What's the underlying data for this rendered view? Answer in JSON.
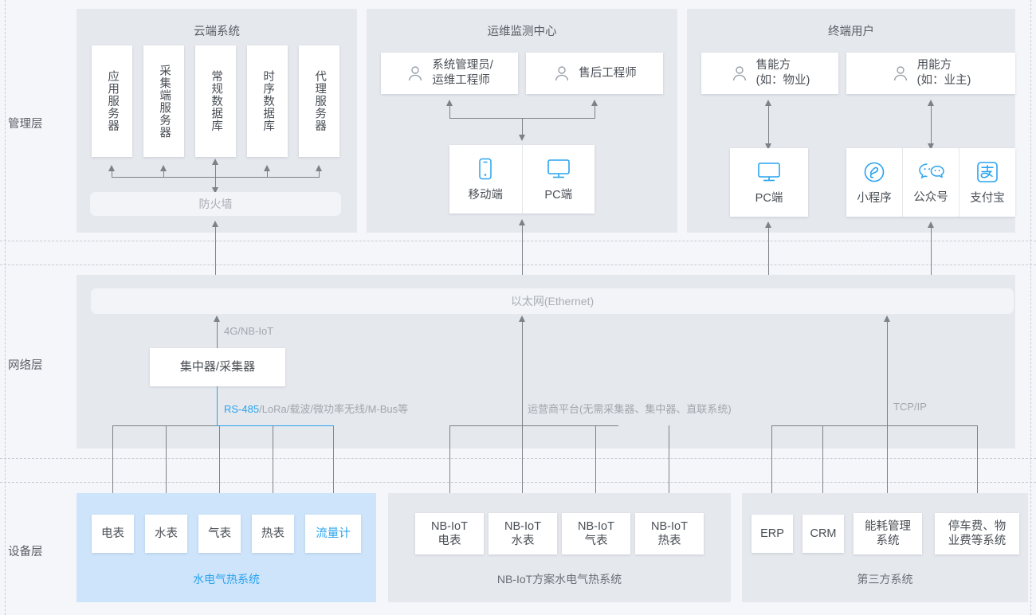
{
  "layers": [
    {
      "name": "management",
      "label": "管理层"
    },
    {
      "name": "network",
      "label": "网络层"
    },
    {
      "name": "device",
      "label": "设备层"
    }
  ],
  "cloud_panel": {
    "title": "云端系统",
    "servers": [
      {
        "label": "应用服务器",
        "icon": "server-icon"
      },
      {
        "label": "采集端服务器",
        "icon": "server-icon"
      },
      {
        "label": "常规数据库",
        "icon": "database-icon"
      },
      {
        "label": "时序数据库",
        "icon": "database-icon"
      },
      {
        "label": "代理服务器",
        "icon": "server-icon"
      }
    ],
    "firewall_label": "防火墙"
  },
  "ops_panel": {
    "title": "运维监测中心",
    "roles": [
      {
        "label": "系统管理员/\n运维工程师",
        "icon": "user-icon"
      },
      {
        "label": "售后工程师",
        "icon": "user-icon"
      }
    ],
    "clients": [
      {
        "label": "移动端",
        "icon": "mobile-icon"
      },
      {
        "label": "PC端",
        "icon": "monitor-icon"
      }
    ]
  },
  "enduser_panel": {
    "title": "终端用户",
    "roles": [
      {
        "label": "售能方\n(如：物业)",
        "icon": "user-icon"
      },
      {
        "label": "用能方\n(如：业主)",
        "icon": "user-icon"
      }
    ],
    "seller_clients": [
      {
        "label": "PC端",
        "icon": "monitor-icon"
      }
    ],
    "consumer_clients": [
      {
        "label": "小程序",
        "icon": "miniprogram-icon"
      },
      {
        "label": "公众号",
        "icon": "wechat-icon"
      },
      {
        "label": "支付宝",
        "icon": "alipay-icon"
      }
    ]
  },
  "network_panel": {
    "ethernet_label": "以太网(Ethernet)",
    "concentrator_label": "集中器/采集器",
    "uplink_label": "4G/NB-IoT",
    "bus_label_highlight": "RS-485",
    "bus_label_rest": "/LoRa/载波/微功率无线/M-Bus等",
    "operator_label": "运营商平台(无需采集器、集中器、直联系统)",
    "tcpip_label": "TCP/IP"
  },
  "device_panels": [
    {
      "caption": "水电气热系统",
      "accent": true,
      "items": [
        {
          "label": "电表",
          "accent": false
        },
        {
          "label": "水表",
          "accent": false
        },
        {
          "label": "气表",
          "accent": false
        },
        {
          "label": "热表",
          "accent": false
        },
        {
          "label": "流量计",
          "accent": true
        }
      ]
    },
    {
      "caption": "NB-IoT方案水电气热系统",
      "accent": false,
      "items": [
        {
          "label": "NB-IoT\n电表",
          "accent": false
        },
        {
          "label": "NB-IoT\n水表",
          "accent": false
        },
        {
          "label": "NB-IoT\n气表",
          "accent": false
        },
        {
          "label": "NB-IoT\n热表",
          "accent": false
        }
      ]
    },
    {
      "caption": "第三方系统",
      "accent": false,
      "items": [
        {
          "label": "ERP",
          "accent": false
        },
        {
          "label": "CRM",
          "accent": false
        },
        {
          "label": "能耗管理\n系统",
          "accent": false
        },
        {
          "label": "停车费、物\n业费等系统",
          "accent": false
        }
      ]
    }
  ],
  "colors": {
    "accent": "#2aa3ef",
    "panel_bg": "#e5e8ed",
    "panel_blue": "#cde4fb",
    "page_bg": "#f5f6fa",
    "line": "#7d8289",
    "text": "#4a4f56",
    "muted": "#a2a7ae"
  }
}
